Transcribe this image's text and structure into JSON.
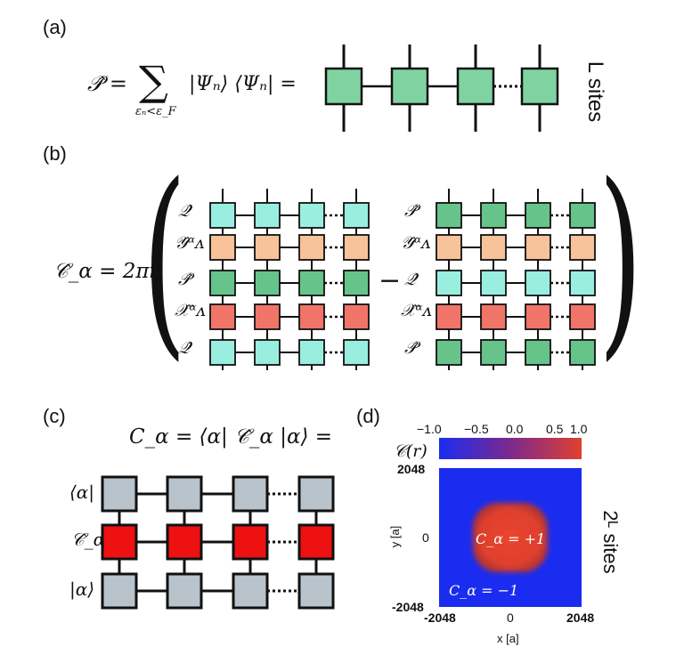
{
  "panel_a": {
    "label": "(a)",
    "equation_lhs": "𝒫̂ =",
    "sum_symbol": "∑",
    "sum_subscript": "εₙ<ε_F",
    "equation_rhs": "|Ψₙ⟩ ⟨Ψₙ| =",
    "side_label": "L sites",
    "tensor_color": "#7fd3a0"
  },
  "panel_b": {
    "label": "(b)",
    "lhs": "𝒞̂_α = 2πi",
    "minus": "−",
    "left_rows": [
      "𝒬̂",
      "𝒴̂ᵅᴧ",
      "𝒫̂",
      "𝒳̂ᵅᴧ",
      "𝒬̂"
    ],
    "right_rows": [
      "𝒫̂",
      "𝒴̂ᵅᴧ",
      "𝒬̂",
      "𝒳̂ᵅᴧ",
      "𝒫̂"
    ],
    "colors": {
      "Q": "#99eedf",
      "P": "#66c48a",
      "Y": "#f8c29a",
      "X": "#f07468"
    }
  },
  "panel_c": {
    "label": "(c)",
    "equation": "C_α = ⟨α| 𝒞̂_α |α⟩ =",
    "rows": [
      "⟨α|",
      "𝒞̂_α",
      "|α⟩"
    ],
    "colors": {
      "state": "#b9c3cb",
      "operator": "#ee1111"
    }
  },
  "panel_d": {
    "label": "(d)",
    "colorbar_label": "𝒞(r)",
    "colorbar_ticks": [
      "−1.0",
      "−0.5",
      "0.0",
      "0.5",
      "1.0"
    ],
    "y_axis_label": "y [a]",
    "x_axis_label": "x [a]",
    "y_ticks": [
      "2048",
      "0",
      "-2048"
    ],
    "x_ticks": [
      "-2048",
      "0",
      "2048"
    ],
    "inner_annotation": "C_α = +1",
    "outer_annotation": "C_α = −1",
    "side_label": "2ᴸ sites",
    "colors": {
      "low": "#1a2cf0",
      "mid": "#7b2a8e",
      "high": "#e0402f"
    }
  }
}
